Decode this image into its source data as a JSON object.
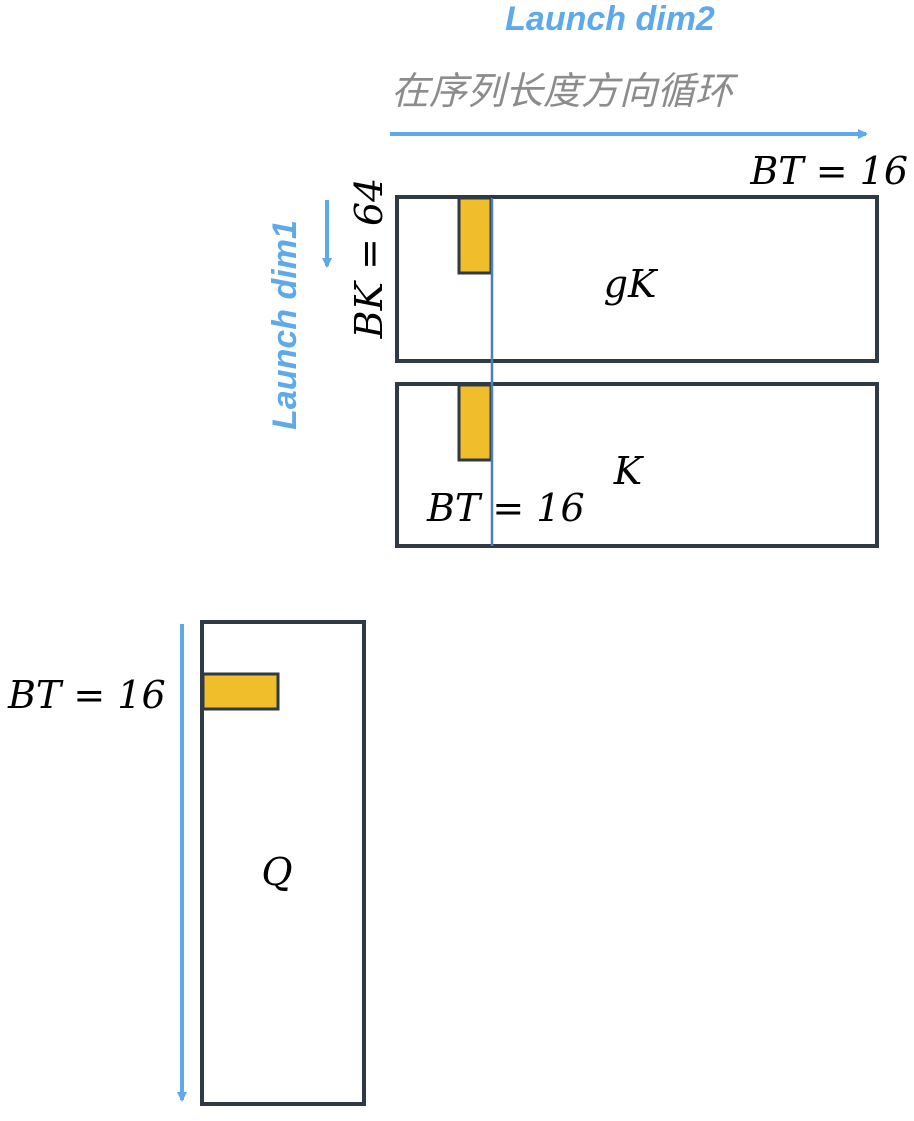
{
  "colors": {
    "accent_blue": "#5DA9E9",
    "gray_text": "#8C8C8C",
    "box_stroke": "#2F3A46",
    "tile_fill": "#F0BE2A",
    "cursor_line": "#4E7FB5"
  },
  "labels": {
    "launch_dim2": "Launch dim2",
    "loop_direction": "在序列长度方向循环",
    "launch_dim1": "Launch dim1",
    "bt_top": "BT = 16",
    "bk": "BK = 64",
    "bt_mid": "BT = 16",
    "bt_left": "BT = 16"
  },
  "matrices": {
    "gk": "gK",
    "k": "K",
    "q": "Q"
  }
}
